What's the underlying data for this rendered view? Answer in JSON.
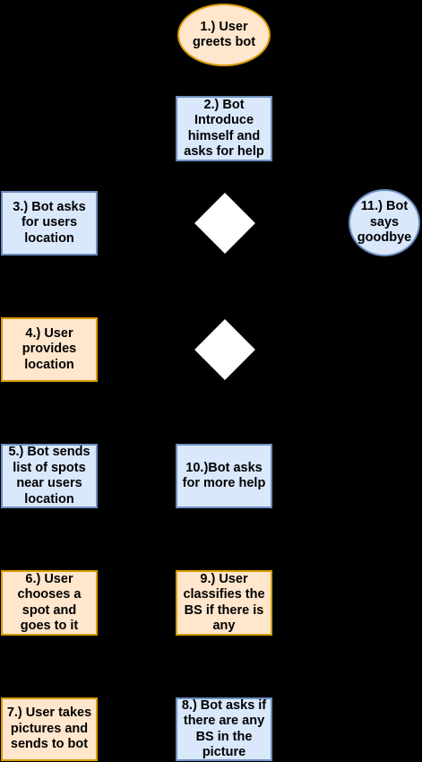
{
  "nodes": {
    "n1": "1.) User\ngreets bot",
    "n2": "2.) Bot\nIntroduce\nhimself and\nasks for help",
    "n3": "3.) Bot asks\nfor users\nlocation",
    "n4": "4.) User\nprovides\nlocation",
    "n5": "5.) Bot sends\nlist of spots\nnear users\nlocation",
    "n6": "6.) User\nchooses a\nspot and\ngoes to it",
    "n7": "7.) User takes\npictures and\nsends to bot",
    "n8": "8.) Bot asks if\nthere are any\nBS in the\npicture",
    "n9": "9.) User\nclassifies the\nBS if there is\nany",
    "n10": "10.)Bot asks\nfor more help",
    "n11": "11.) Bot\nsays\ngoodbye"
  },
  "colors": {
    "background": "#000000",
    "bot_fill": "#dae8fc",
    "bot_stroke": "#6c8ebf",
    "user_fill": "#ffe6cc",
    "user_stroke": "#d79b00",
    "decision_fill": "#ffffff"
  }
}
